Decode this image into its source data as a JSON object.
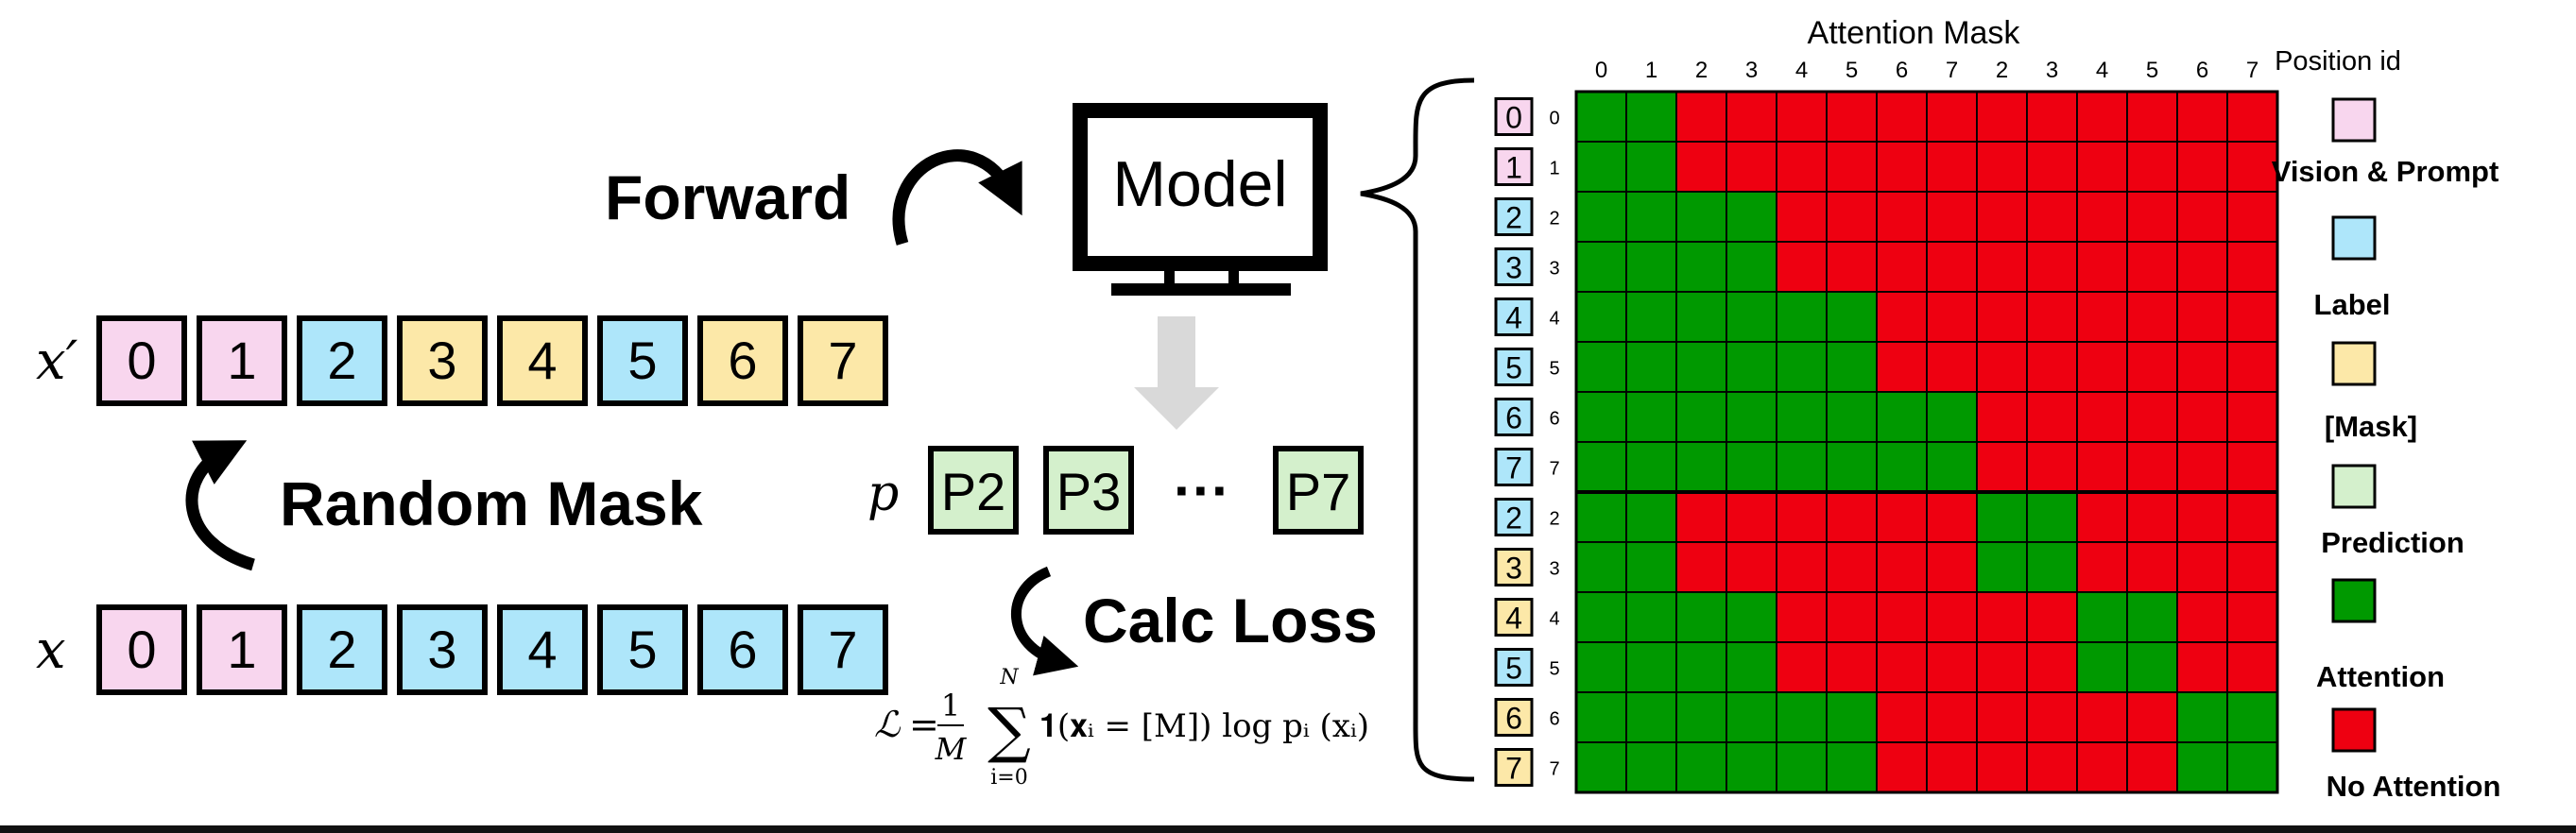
{
  "colors": {
    "vision_prompt": "#F8D6EE",
    "label": "#AEE6FA",
    "mask": "#FCE8A8",
    "prediction": "#D4F0CC",
    "attention": "#009900",
    "no_attention": "#EE0011",
    "border": "#000000"
  },
  "sequences": {
    "x_prime": {
      "symbol": "x′",
      "tokens": [
        {
          "text": "0",
          "kind": "vision_prompt"
        },
        {
          "text": "1",
          "kind": "vision_prompt"
        },
        {
          "text": "2",
          "kind": "label"
        },
        {
          "text": "3",
          "kind": "mask"
        },
        {
          "text": "4",
          "kind": "mask"
        },
        {
          "text": "5",
          "kind": "label"
        },
        {
          "text": "6",
          "kind": "mask"
        },
        {
          "text": "7",
          "kind": "mask"
        }
      ]
    },
    "x": {
      "symbol": "x",
      "tokens": [
        {
          "text": "0",
          "kind": "vision_prompt"
        },
        {
          "text": "1",
          "kind": "vision_prompt"
        },
        {
          "text": "2",
          "kind": "label"
        },
        {
          "text": "3",
          "kind": "label"
        },
        {
          "text": "4",
          "kind": "label"
        },
        {
          "text": "5",
          "kind": "label"
        },
        {
          "text": "6",
          "kind": "label"
        },
        {
          "text": "7",
          "kind": "label"
        }
      ]
    },
    "p": {
      "symbol": "p",
      "tokens": [
        {
          "text": "P2"
        },
        {
          "text": "P3"
        },
        {
          "text": "P7"
        }
      ],
      "ellipsis": "···"
    }
  },
  "labels": {
    "forward": "Forward",
    "model": "Model",
    "random_mask": "Random Mask",
    "calc_loss": "Calc Loss"
  },
  "loss": {
    "L": "ℒ",
    "eq": "=",
    "frac_num": "1",
    "frac_den": "M",
    "sum_upper": "N",
    "sum_lower": "i=0",
    "body": "𝟏(𝐱ᵢ = [M]) log pᵢ (xᵢ)"
  },
  "mask_panel": {
    "title": "Attention Mask",
    "position_id_label": "Position id",
    "col_ticks": [
      "0",
      "1",
      "2",
      "3",
      "4",
      "5",
      "6",
      "7",
      "2",
      "3",
      "4",
      "5",
      "6",
      "7"
    ],
    "rows": [
      {
        "pid": "0",
        "kind": "vision_prompt",
        "tick": "0"
      },
      {
        "pid": "1",
        "kind": "vision_prompt",
        "tick": "1"
      },
      {
        "pid": "2",
        "kind": "label",
        "tick": "2"
      },
      {
        "pid": "3",
        "kind": "label",
        "tick": "3"
      },
      {
        "pid": "4",
        "kind": "label",
        "tick": "4"
      },
      {
        "pid": "5",
        "kind": "label",
        "tick": "5"
      },
      {
        "pid": "6",
        "kind": "label",
        "tick": "6"
      },
      {
        "pid": "7",
        "kind": "label",
        "tick": "7"
      },
      {
        "pid": "2",
        "kind": "label",
        "tick": "2"
      },
      {
        "pid": "3",
        "kind": "mask",
        "tick": "3"
      },
      {
        "pid": "4",
        "kind": "mask",
        "tick": "4"
      },
      {
        "pid": "5",
        "kind": "label",
        "tick": "5"
      },
      {
        "pid": "6",
        "kind": "mask",
        "tick": "6"
      },
      {
        "pid": "7",
        "kind": "mask",
        "tick": "7"
      }
    ],
    "matrix": [
      [
        1,
        1,
        0,
        0,
        0,
        0,
        0,
        0,
        0,
        0,
        0,
        0,
        0,
        0
      ],
      [
        1,
        1,
        0,
        0,
        0,
        0,
        0,
        0,
        0,
        0,
        0,
        0,
        0,
        0
      ],
      [
        1,
        1,
        1,
        1,
        0,
        0,
        0,
        0,
        0,
        0,
        0,
        0,
        0,
        0
      ],
      [
        1,
        1,
        1,
        1,
        0,
        0,
        0,
        0,
        0,
        0,
        0,
        0,
        0,
        0
      ],
      [
        1,
        1,
        1,
        1,
        1,
        1,
        0,
        0,
        0,
        0,
        0,
        0,
        0,
        0
      ],
      [
        1,
        1,
        1,
        1,
        1,
        1,
        0,
        0,
        0,
        0,
        0,
        0,
        0,
        0
      ],
      [
        1,
        1,
        1,
        1,
        1,
        1,
        1,
        1,
        0,
        0,
        0,
        0,
        0,
        0
      ],
      [
        1,
        1,
        1,
        1,
        1,
        1,
        1,
        1,
        0,
        0,
        0,
        0,
        0,
        0
      ],
      [
        1,
        1,
        0,
        0,
        0,
        0,
        0,
        0,
        1,
        1,
        0,
        0,
        0,
        0
      ],
      [
        1,
        1,
        0,
        0,
        0,
        0,
        0,
        0,
        1,
        1,
        0,
        0,
        0,
        0
      ],
      [
        1,
        1,
        1,
        1,
        0,
        0,
        0,
        0,
        0,
        0,
        1,
        1,
        0,
        0
      ],
      [
        1,
        1,
        1,
        1,
        0,
        0,
        0,
        0,
        0,
        0,
        1,
        1,
        0,
        0
      ],
      [
        1,
        1,
        1,
        1,
        1,
        1,
        0,
        0,
        0,
        0,
        0,
        0,
        1,
        1
      ],
      [
        1,
        1,
        1,
        1,
        1,
        1,
        0,
        0,
        0,
        0,
        0,
        0,
        1,
        1
      ]
    ]
  },
  "legend": [
    {
      "text": "Vision & Prompt",
      "kind": "vision_prompt"
    },
    {
      "text": "Label",
      "kind": "label"
    },
    {
      "text": "[Mask]",
      "kind": "mask"
    },
    {
      "text": "Prediction",
      "kind": "prediction"
    },
    {
      "text": "Attention",
      "kind": "attention"
    },
    {
      "text": "No Attention",
      "kind": "no_attention"
    }
  ]
}
